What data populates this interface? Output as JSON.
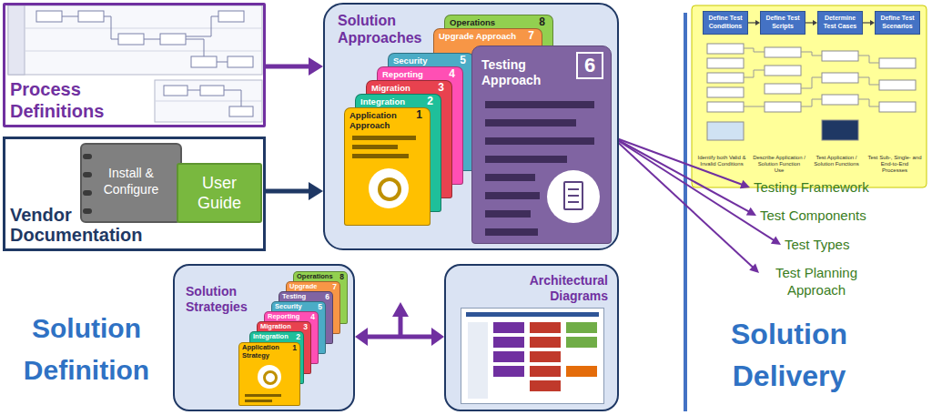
{
  "diagram": {
    "nodes": [
      {
        "text": [
          "Process Definitions"
        ]
      },
      {
        "text": [
          "Vendor Documentation"
        ]
      },
      {
        "text": [
          "Install & Configure"
        ],
        "in": 1
      },
      {
        "text": [
          "User Guide"
        ],
        "in": 1
      },
      {
        "text": [
          "Solution Approaches"
        ]
      },
      {
        "text": [
          "Operations",
          "8"
        ],
        "in": 4
      },
      {
        "text": [
          "Upgrade Approach",
          "7"
        ],
        "in": 4
      },
      {
        "text": [
          "Security",
          "5"
        ],
        "in": 4
      },
      {
        "text": [
          "Reporting",
          "4"
        ],
        "in": 4
      },
      {
        "text": [
          "Migration",
          "3"
        ],
        "in": 4
      },
      {
        "text": [
          "Integration",
          "2"
        ],
        "in": 4
      },
      {
        "text": [
          "Application Approach",
          "1"
        ],
        "in": 4
      },
      {
        "text": [
          "Testing Approach",
          "6"
        ],
        "in": 4
      },
      {
        "text": [
          "Solution Strategies"
        ]
      },
      {
        "text": [
          "Operations",
          "8"
        ],
        "in": 13
      },
      {
        "text": [
          "Upgrade",
          "7"
        ],
        "in": 13
      },
      {
        "text": [
          "Testing",
          "6"
        ],
        "in": 13
      },
      {
        "text": [
          "Security",
          "5"
        ],
        "in": 13
      },
      {
        "text": [
          "Reporting",
          "4"
        ],
        "in": 13
      },
      {
        "text": [
          "Migration",
          "3"
        ],
        "in": 13
      },
      {
        "text": [
          "Integration",
          "2"
        ],
        "in": 13
      },
      {
        "text": [
          "Application Strategy",
          "1"
        ],
        "in": 13
      },
      {
        "text": [
          "Architectural Diagrams"
        ]
      },
      {
        "text": [
          "Define Test Conditions"
        ]
      },
      {
        "text": [
          "Define Test Scripts"
        ]
      },
      {
        "text": [
          "Determine Test Cases"
        ]
      },
      {
        "text": [
          "Define Test Scenarios"
        ]
      },
      {
        "text": [
          "Testing Framework"
        ]
      },
      {
        "text": [
          "Test Components"
        ]
      },
      {
        "text": [
          "Test Types"
        ]
      },
      {
        "text": [
          "Test Planning Approach"
        ]
      }
    ],
    "edges": [
      {
        "from": 0,
        "to": 4,
        "arrow": "to"
      },
      {
        "from": 1,
        "to": 4,
        "arrow": "to"
      },
      {
        "from": 12,
        "to": 27,
        "arrow": "to"
      },
      {
        "from": 12,
        "to": 28,
        "arrow": "to"
      },
      {
        "from": 12,
        "to": 29,
        "arrow": "to"
      },
      {
        "from": 12,
        "to": 30,
        "arrow": "to"
      },
      {
        "from": 13,
        "to": 22,
        "arrow": "both"
      },
      {
        "from": 23,
        "to": 24,
        "arrow": "to"
      },
      {
        "from": 24,
        "to": 25,
        "arrow": "to"
      },
      {
        "from": 25,
        "to": 26,
        "arrow": "to"
      }
    ],
    "labels": [
      "Solution Definition",
      "Solution Delivery",
      "Identify both Valid & Invalid Conditions",
      "Describe Application / Solution Function Use",
      "Test Application / Solution Functions",
      "Test Sub-, Single- and End-to-End Processes"
    ]
  }
}
